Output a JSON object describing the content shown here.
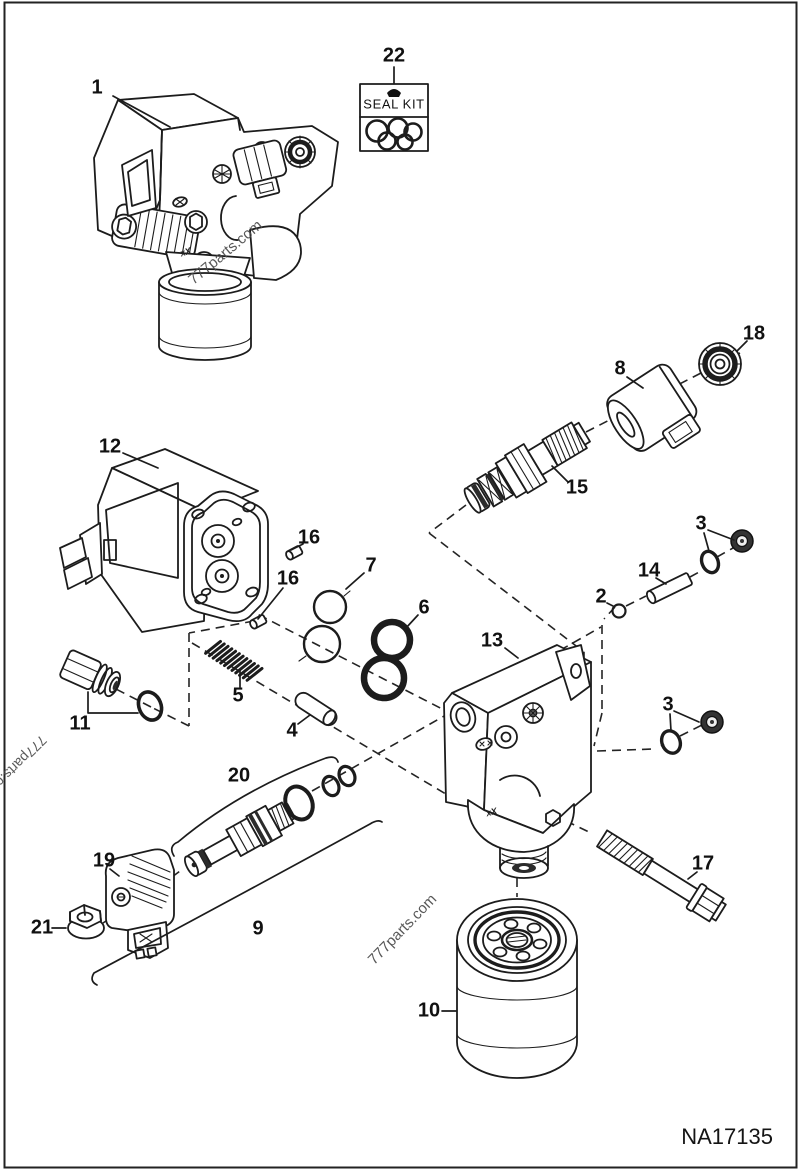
{
  "figure": {
    "drawing_number": "NA17135",
    "type": "exploded-parts-diagram",
    "colors": {
      "line": "#1c1c1c",
      "background": "#ffffff"
    }
  },
  "watermark": {
    "text": "777parts.com"
  },
  "seal_kit_box": {
    "label": "SEAL KIT"
  },
  "detail_marks": {
    "mark1": "xX",
    "mark2": "xX"
  },
  "part_labels": [
    {
      "num": "1"
    },
    {
      "num": "22"
    },
    {
      "num": "18"
    },
    {
      "num": "8"
    },
    {
      "num": "15"
    },
    {
      "num": "12"
    },
    {
      "num": "16"
    },
    {
      "num": "16"
    },
    {
      "num": "7"
    },
    {
      "num": "6"
    },
    {
      "num": "13"
    },
    {
      "num": "2"
    },
    {
      "num": "3"
    },
    {
      "num": "14"
    },
    {
      "num": "5"
    },
    {
      "num": "4"
    },
    {
      "num": "11"
    },
    {
      "num": "20"
    },
    {
      "num": "19"
    },
    {
      "num": "21"
    },
    {
      "num": "9"
    },
    {
      "num": "3"
    },
    {
      "num": "17"
    },
    {
      "num": "10"
    }
  ]
}
